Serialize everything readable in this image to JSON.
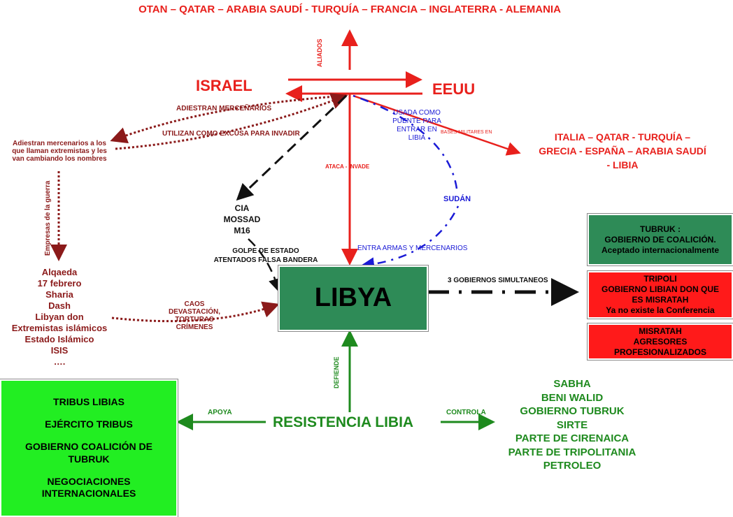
{
  "allies_top": "OTAN – QATAR – ARABIA SAUDÍ - TURQUÍA – FRANCIA – INGLATERRA - ALEMANIA",
  "aliados_label": "ALIADOS",
  "israel": "ISRAEL",
  "eeuu": "EEUU",
  "adiestran_mercenarios": "ADIESTRAN MERCEÑARIOS",
  "utilizan_excusa": "UTILIZAN COMO EXCUSA PARA INVADIR",
  "left_note": [
    "Adiestran mercenarios a los",
    "que llaman extremistas y les",
    "van cambiando los nombres"
  ],
  "empresas_guerra": "Empresas de la guerra",
  "groups": [
    "Alqaeda",
    "17 febrero",
    "Sharia",
    "Dash",
    "Libyan don",
    "Extremistas islámicos",
    "Estado Islámico",
    "ISIS",
    "…."
  ],
  "caos": [
    "CAOS",
    "DEVASTACIÓN,",
    "TORTURAS",
    "CRÍMENES"
  ],
  "agencies": [
    "CIA",
    "MOSSAD",
    "M16"
  ],
  "golpe": [
    "GOLPE DE ESTADO",
    "ATENTADOS FALSA BANDERA"
  ],
  "ataca_invade": "ATACA - INVADE",
  "usada_puente": [
    "USADA COMO",
    "PUENTE PARA",
    "ENTRAR EN",
    "LIBIA"
  ],
  "bases_militares": "BASES MILITARES EN",
  "bases_countries": [
    "ITALIA – QATAR - TURQUÍA –",
    "GRECIA - ESPAÑA – ARABIA SAUDÍ",
    "- LIBIA"
  ],
  "sudan": "SUDÁN",
  "entra_armas": "ENTRA ARMAS Y MERCENARIOS",
  "libya": "LIBYA",
  "tres_gobiernos": "3 GOBIERNOS SIMULTANEOS",
  "tubruk": [
    "TUBRUK :",
    "GOBIERNO DE COALICIÓN.",
    "Aceptado internacionalmente"
  ],
  "tripoli": [
    "TRIPOLI",
    "GOBIERNO LIBIAN DON QUE",
    "ES MISRATAH",
    "Ya no existe la Conferencia"
  ],
  "misratah": [
    "MISRATAH",
    "AGRESORES",
    "PROFESIONALIZADOS"
  ],
  "defiende": "DEFIENDE",
  "resistencia": "RESISTENCIA LIBIA",
  "apoya": "APOYA",
  "controla": "CONTROLA",
  "tribus": [
    "TRIBUS LIBIAS",
    "EJÉRCITO TRIBUS",
    "GOBIERNO COALICIÓN DE TUBRUK",
    "NEGOCIACIONES INTERNACIONALES"
  ],
  "controlled": [
    "SABHA",
    "BENI WALID",
    "GOBIERNO TUBRUK",
    "SIRTE",
    "PARTE DE CIRENAICA",
    "PARTE DE TRIPOLITANIA",
    "PETROLEO"
  ],
  "colors": {
    "red": "#e8201c",
    "dark_red": "#8b1a1a",
    "blue": "#1a1ad6",
    "green": "#1e8a1e",
    "libya_box": "#2e8b57",
    "tubruk_box": "#2e8b57",
    "tripoli_box": "#ff1a1a",
    "tribus_box": "#22ee22"
  }
}
